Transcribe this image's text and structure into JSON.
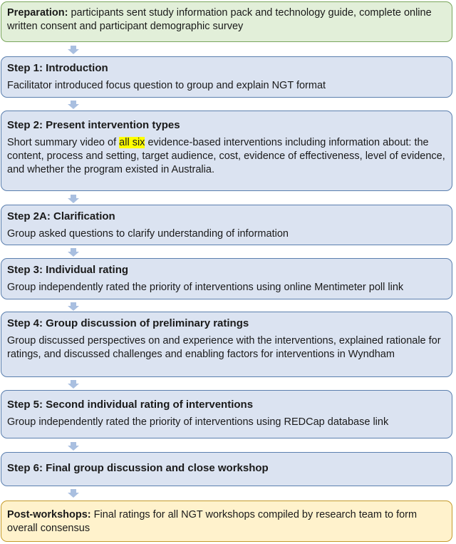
{
  "preparation": {
    "label": "Preparation:",
    "text": " participants sent study information pack and technology guide, complete online written consent and participant demographic survey"
  },
  "steps": [
    {
      "title": "Step 1: Introduction",
      "text": "Facilitator introduced focus question to group and explain NGT format"
    },
    {
      "title": "Step 2: Present intervention types",
      "text_before": "Short summary video of ",
      "highlight": "all six",
      "text_after": " evidence-based interventions including information about: the content, process and setting, target audience, cost, evidence of effectiveness, level of evidence, and whether the program existed in Australia."
    },
    {
      "title_bold": "Step 2A",
      "title_rest": ": Clarification",
      "text": "Group asked questions to clarify understanding of information"
    },
    {
      "title": "Step 3: Individual rating",
      "text": "Group independently rated the priority of interventions using online Mentimeter poll link"
    },
    {
      "title": "Step 4: Group discussion of preliminary ratings",
      "text": "Group discussed perspectives on and experience with the interventions, explained rationale for ratings, and discussed challenges and enabling factors for interventions in Wyndham"
    },
    {
      "title": "Step 5: Second individual rating of interventions",
      "text": "Group independently rated the priority of interventions using REDCap database link"
    },
    {
      "title": "Step 6: Final group discussion and close workshop"
    }
  ],
  "post": {
    "label": "Post-workshops:",
    "text": " Final ratings for all NGT workshops compiled by research team to form overall consensus"
  },
  "colors": {
    "step_fill": "#dbe3f1",
    "step_border": "#5b7fae",
    "prep_fill": "#e2efd9",
    "prep_border": "#7aa65c",
    "post_fill": "#fff2cc",
    "post_border": "#c59a2b",
    "arrow": "#a9bfe0",
    "highlight": "#ffff00"
  }
}
